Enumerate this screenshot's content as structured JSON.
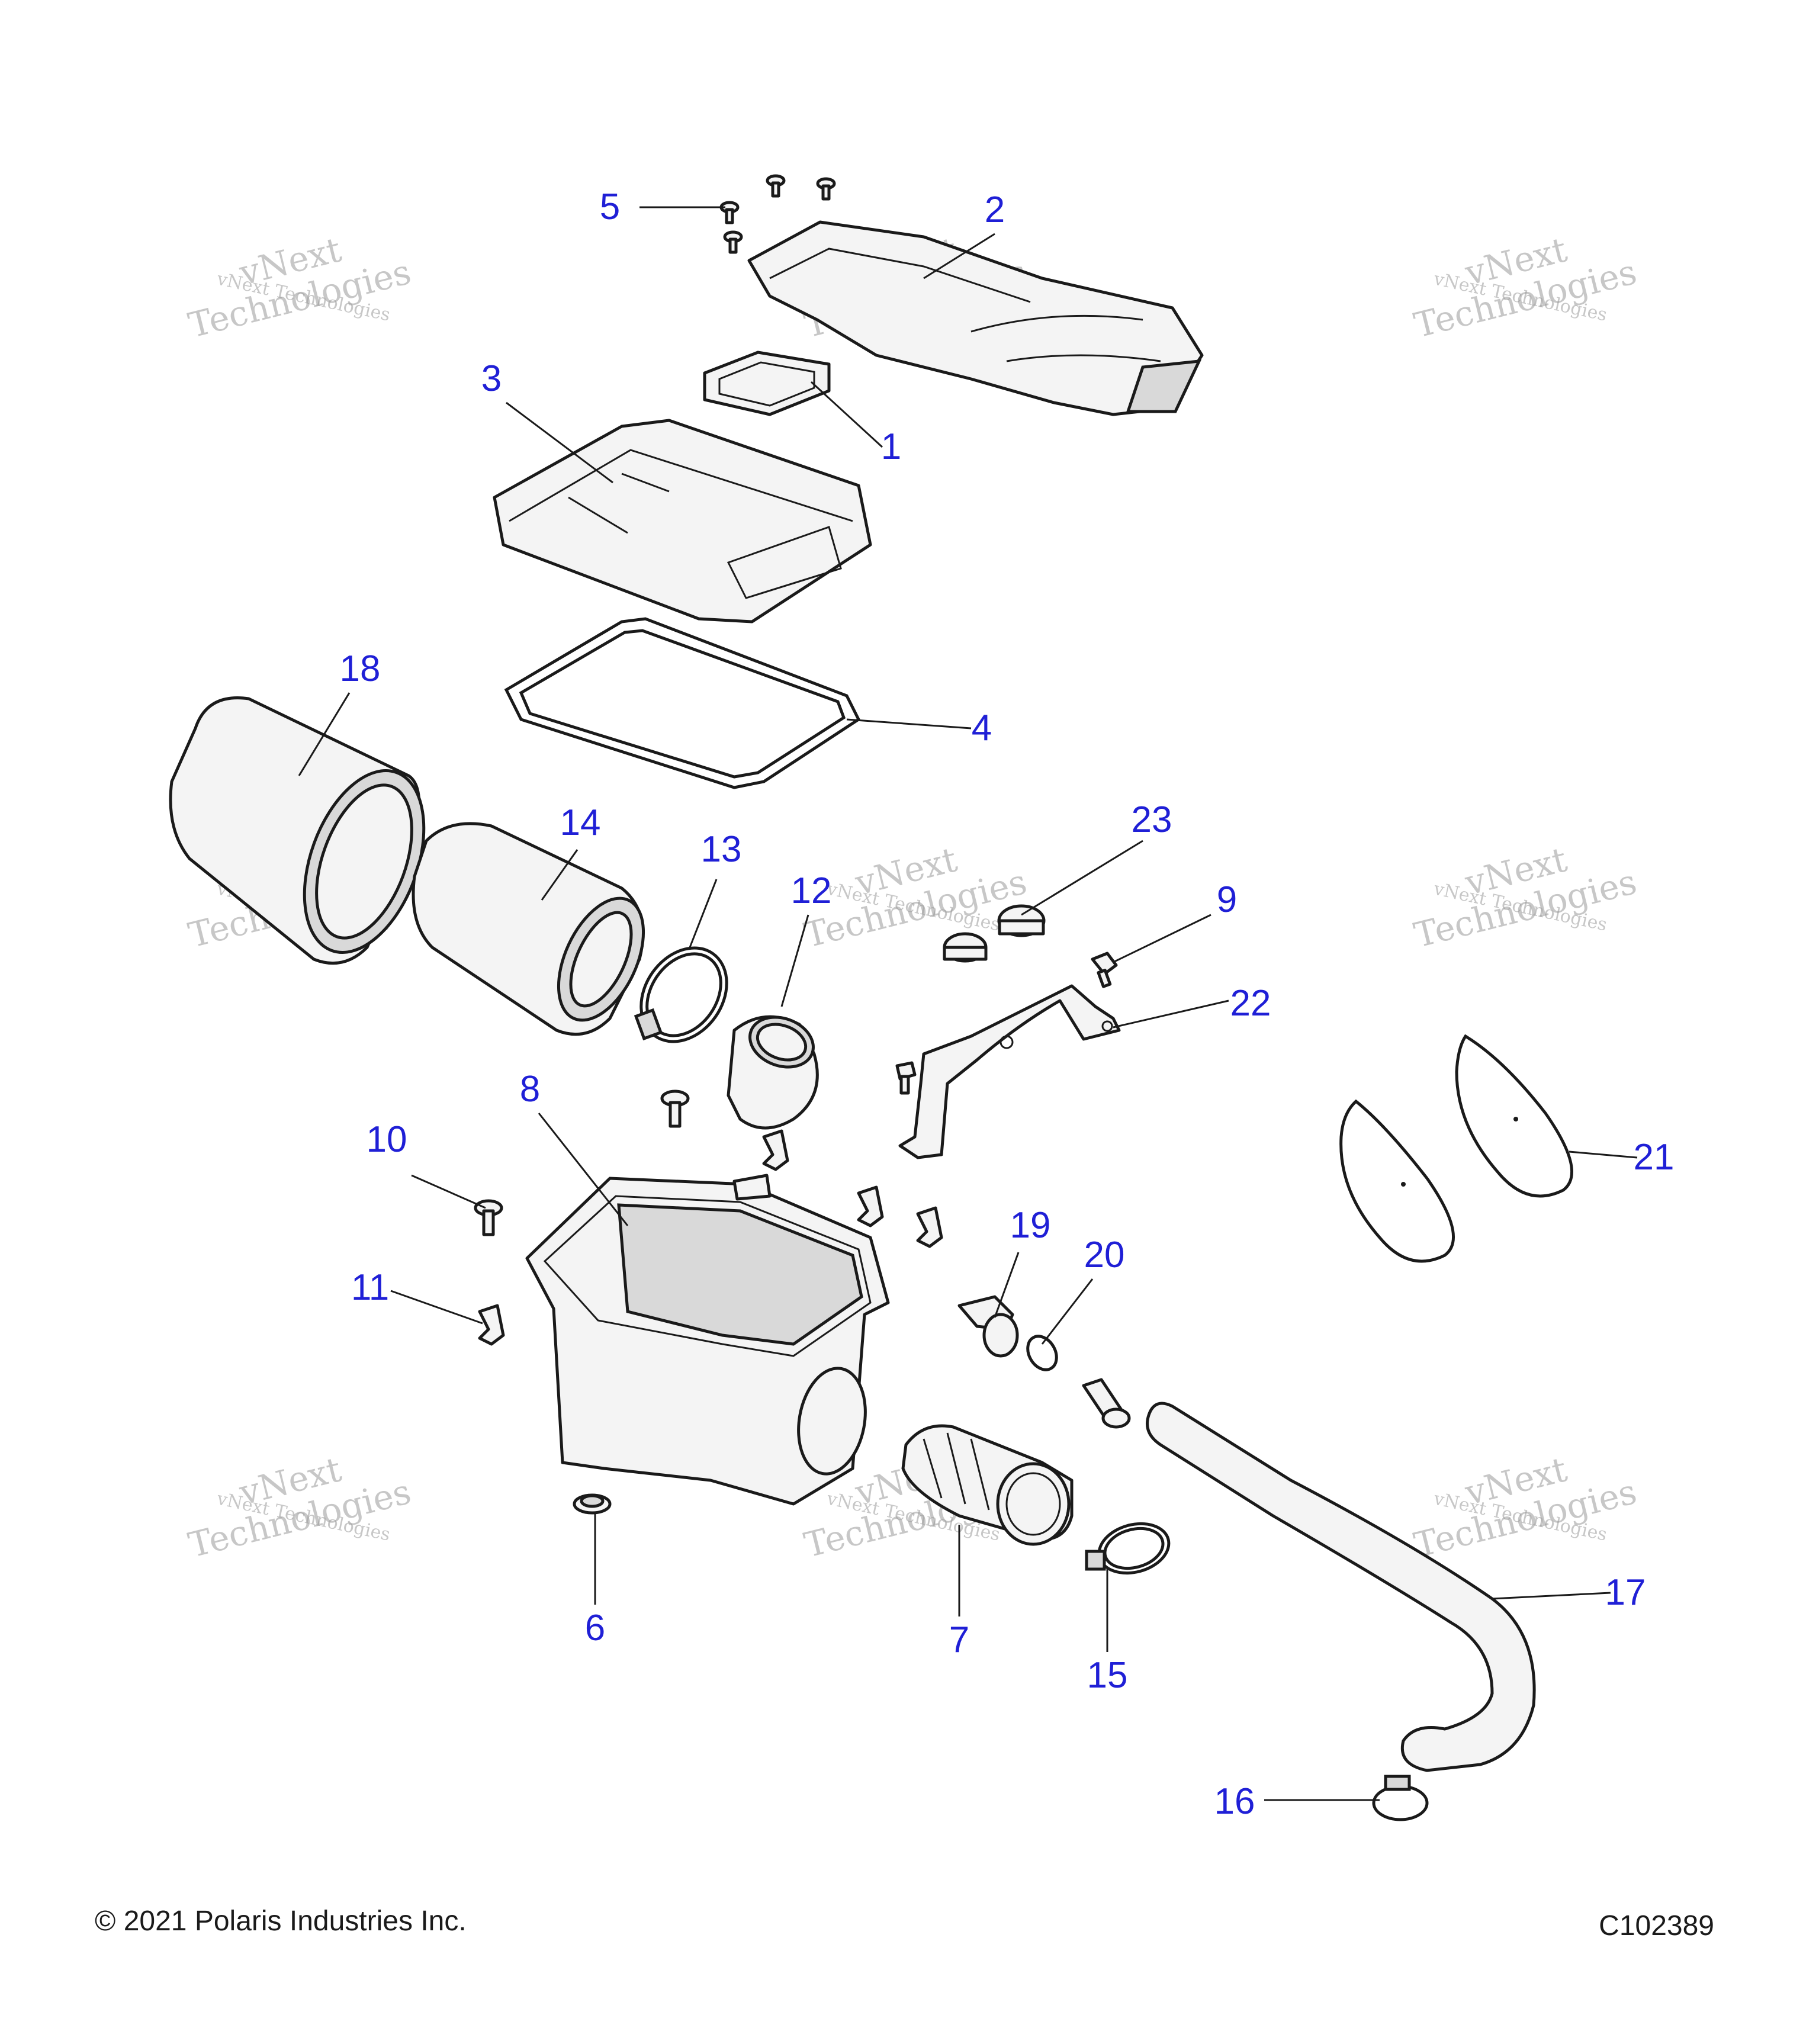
{
  "callouts": {
    "c1": "1",
    "c2": "2",
    "c3": "3",
    "c4": "4",
    "c5": "5",
    "c6": "6",
    "c7": "7",
    "c8": "8",
    "c9": "9",
    "c10": "10",
    "c11": "11",
    "c12": "12",
    "c13": "13",
    "c14": "14",
    "c15": "15",
    "c16": "16",
    "c17": "17",
    "c18": "18",
    "c19": "19",
    "c20": "20",
    "c21": "21",
    "c22": "22",
    "c23": "23"
  },
  "watermark": {
    "line1": "vNext Technologies",
    "big_word1": "vNext",
    "big_word2": "Technologies"
  },
  "footer": {
    "copyright": "© 2021 Polaris Industries Inc.",
    "code": "C102389"
  },
  "colors": {
    "callout": "#1f1fd6",
    "line_art": "#1a1a1a"
  }
}
